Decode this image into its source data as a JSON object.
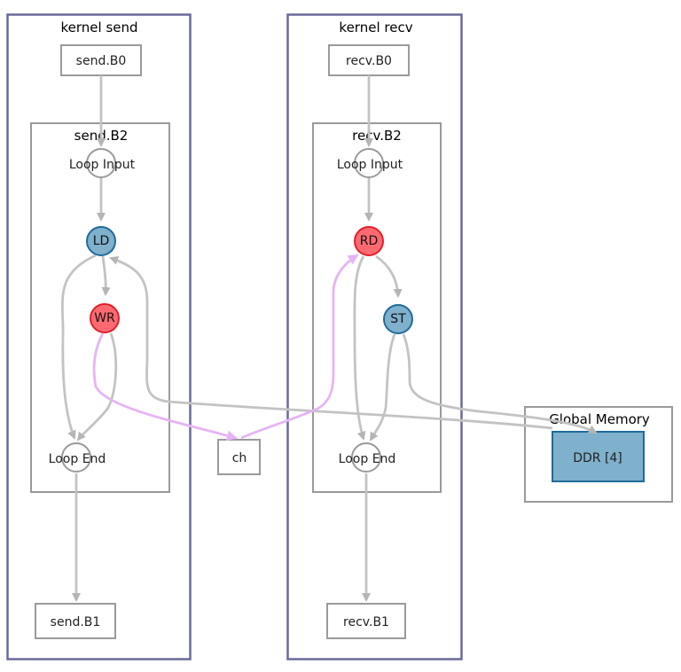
{
  "kernels": [
    {
      "title": "kernel send",
      "entry_block": "send.B0",
      "loop_block": "send.B2",
      "exit_block": "send.B1",
      "loop_input": "Loop Input",
      "loop_end": "Loop End",
      "ops": [
        {
          "label": "LD",
          "kind": "load"
        },
        {
          "label": "WR",
          "kind": "channel-write"
        }
      ]
    },
    {
      "title": "kernel recv",
      "entry_block": "recv.B0",
      "loop_block": "recv.B2",
      "exit_block": "recv.B1",
      "loop_input": "Loop Input",
      "loop_end": "Loop End",
      "ops": [
        {
          "label": "RD",
          "kind": "channel-read"
        },
        {
          "label": "ST",
          "kind": "store"
        }
      ]
    }
  ],
  "channel": {
    "label": "ch"
  },
  "global_memory": {
    "title": "Global Memory",
    "ddr_label": "DDR [4]"
  },
  "colors": {
    "kernel_border": "#6a6a9a",
    "memory_op": "#7fb0cc",
    "channel_op": "#ff6a72",
    "channel_edge": "#e6b4f5",
    "edge": "#c3c3c3"
  },
  "edges": [
    {
      "from": "send.B0",
      "to": "send.Loop Input"
    },
    {
      "from": "send.Loop Input",
      "to": "LD"
    },
    {
      "from": "LD",
      "to": "WR"
    },
    {
      "from": "LD",
      "to": "send.Loop End"
    },
    {
      "from": "WR",
      "to": "send.Loop End"
    },
    {
      "from": "DDR [4]",
      "to": "LD"
    },
    {
      "from": "WR",
      "to": "ch",
      "type": "channel"
    },
    {
      "from": "ch",
      "to": "RD",
      "type": "channel"
    },
    {
      "from": "send.Loop End",
      "to": "send.B1"
    },
    {
      "from": "recv.B0",
      "to": "recv.Loop Input"
    },
    {
      "from": "recv.Loop Input",
      "to": "RD"
    },
    {
      "from": "RD",
      "to": "ST"
    },
    {
      "from": "RD",
      "to": "recv.Loop End"
    },
    {
      "from": "ST",
      "to": "recv.Loop End"
    },
    {
      "from": "ST",
      "to": "DDR [4]"
    },
    {
      "from": "recv.Loop End",
      "to": "recv.B1"
    }
  ]
}
